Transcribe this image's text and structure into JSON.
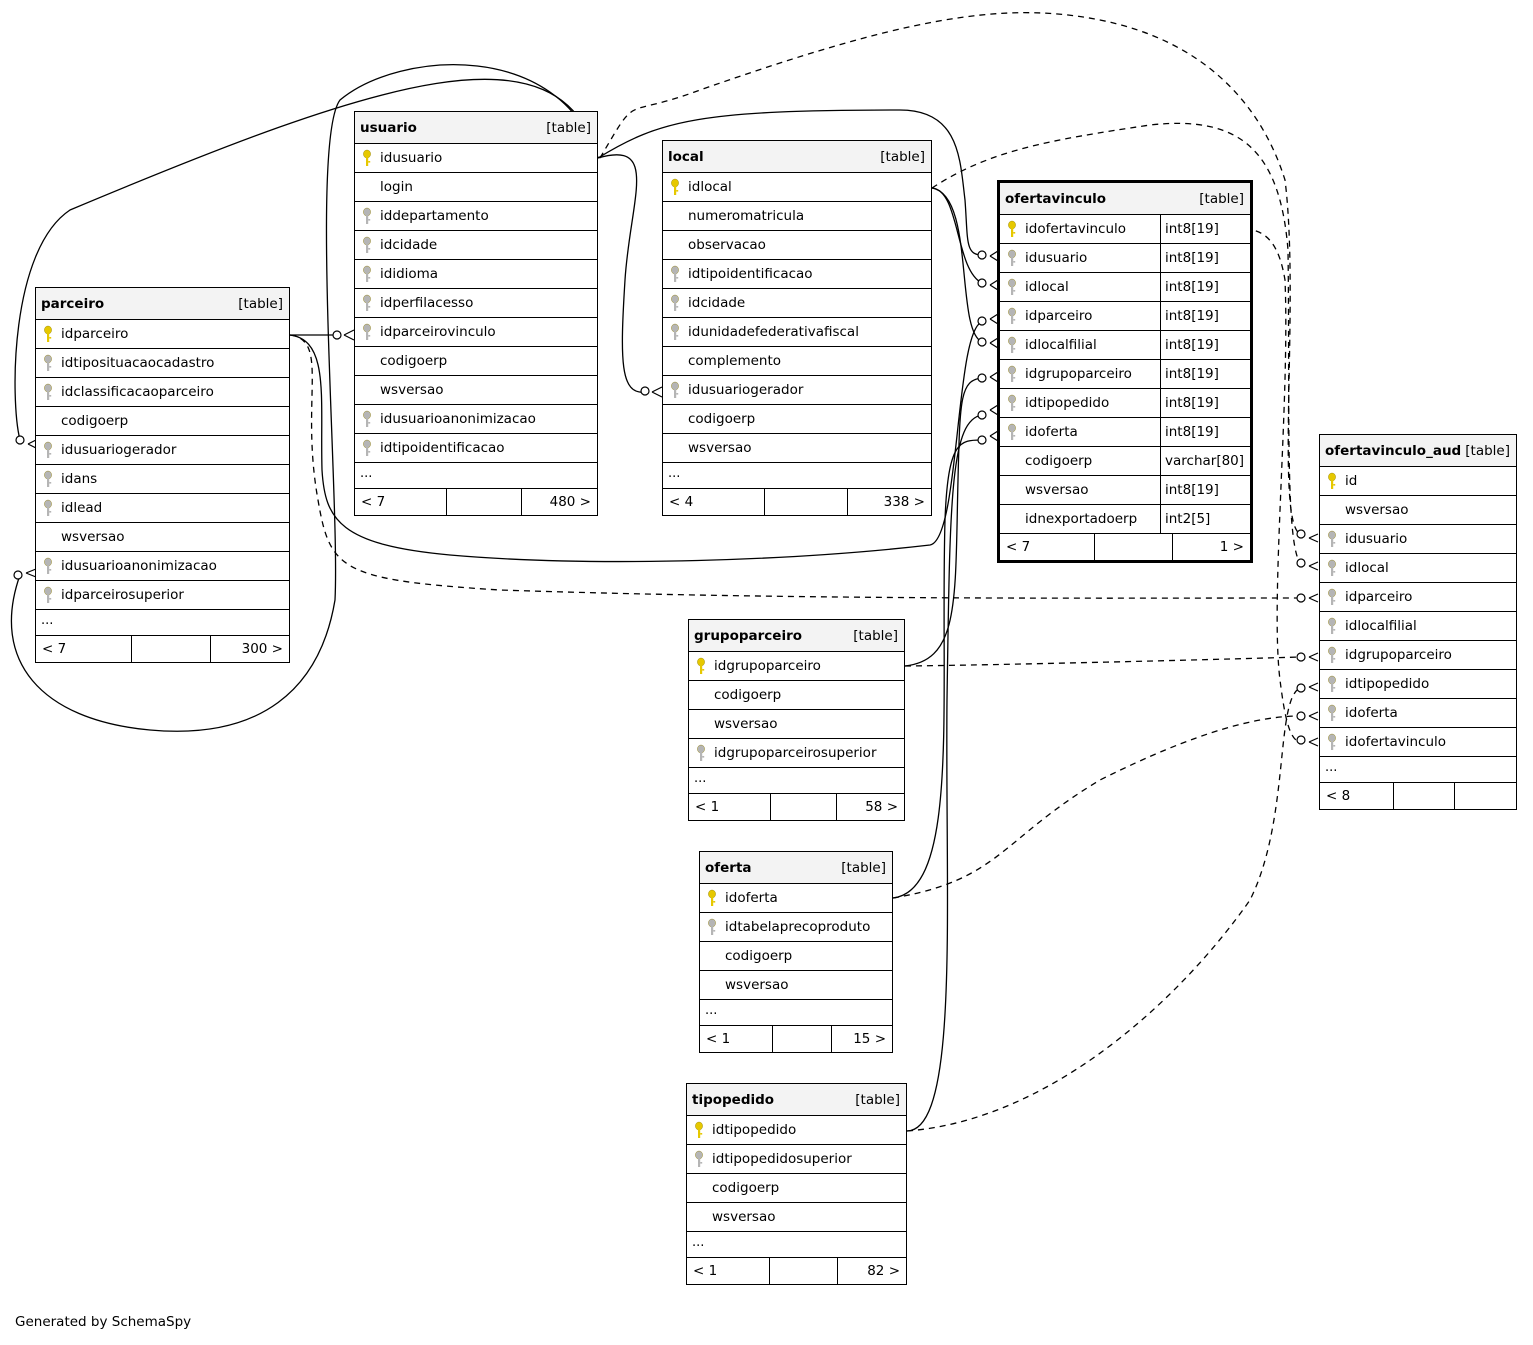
{
  "tables": [
    {
      "id": "parceiro",
      "name": "parceiro",
      "tag": "[table]",
      "columns": [
        {
          "name": "idparceiro",
          "key": "pk"
        },
        {
          "name": "idtiposituacaocadastro",
          "key": "fk"
        },
        {
          "name": "idclassificacaoparceiro",
          "key": "fk"
        },
        {
          "name": "codigoerp",
          "key": ""
        },
        {
          "name": "idusuariogerador",
          "key": "fk"
        },
        {
          "name": "idans",
          "key": "fk"
        },
        {
          "name": "idlead",
          "key": "fk"
        },
        {
          "name": "wsversao",
          "key": ""
        },
        {
          "name": "idusuarioanonimizacao",
          "key": "fk"
        },
        {
          "name": "idparceirosuperior",
          "key": "fk"
        }
      ],
      "more": "...",
      "footer": [
        "< 7",
        "",
        "300 >"
      ]
    },
    {
      "id": "usuario",
      "name": "usuario",
      "tag": "[table]",
      "columns": [
        {
          "name": "idusuario",
          "key": "pk"
        },
        {
          "name": "login",
          "key": ""
        },
        {
          "name": "iddepartamento",
          "key": "fk"
        },
        {
          "name": "idcidade",
          "key": "fk"
        },
        {
          "name": "ididioma",
          "key": "fk"
        },
        {
          "name": "idperfilacesso",
          "key": "fk"
        },
        {
          "name": "idparceirovinculo",
          "key": "fk"
        },
        {
          "name": "codigoerp",
          "key": ""
        },
        {
          "name": "wsversao",
          "key": ""
        },
        {
          "name": "idusuarioanonimizacao",
          "key": "fk"
        },
        {
          "name": "idtipoidentificacao",
          "key": "fk"
        }
      ],
      "more": "...",
      "footer": [
        "< 7",
        "",
        "480 >"
      ]
    },
    {
      "id": "local",
      "name": "local",
      "tag": "[table]",
      "columns": [
        {
          "name": "idlocal",
          "key": "pk"
        },
        {
          "name": "numeromatricula",
          "key": ""
        },
        {
          "name": "observacao",
          "key": ""
        },
        {
          "name": "idtipoidentificacao",
          "key": "fk"
        },
        {
          "name": "idcidade",
          "key": "fk"
        },
        {
          "name": "idunidadefederativafiscal",
          "key": "fk"
        },
        {
          "name": "complemento",
          "key": ""
        },
        {
          "name": "idusuariogerador",
          "key": "fk"
        },
        {
          "name": "codigoerp",
          "key": ""
        },
        {
          "name": "wsversao",
          "key": ""
        }
      ],
      "more": "...",
      "footer": [
        "< 4",
        "",
        "338 >"
      ]
    },
    {
      "id": "ofertavinculo",
      "name": "ofertavinculo",
      "tag": "[table]",
      "columns": [
        {
          "name": "idofertavinculo",
          "key": "pk",
          "type": "int8[19]"
        },
        {
          "name": "idusuario",
          "key": "fk",
          "type": "int8[19]"
        },
        {
          "name": "idlocal",
          "key": "fk",
          "type": "int8[19]"
        },
        {
          "name": "idparceiro",
          "key": "fk",
          "type": "int8[19]"
        },
        {
          "name": "idlocalfilial",
          "key": "fk",
          "type": "int8[19]"
        },
        {
          "name": "idgrupoparceiro",
          "key": "fk",
          "type": "int8[19]"
        },
        {
          "name": "idtipopedido",
          "key": "fk",
          "type": "int8[19]"
        },
        {
          "name": "idoferta",
          "key": "fk",
          "type": "int8[19]"
        },
        {
          "name": "codigoerp",
          "key": "",
          "type": "varchar[80]"
        },
        {
          "name": "wsversao",
          "key": "",
          "type": "int8[19]"
        },
        {
          "name": "idnexportadoerp",
          "key": "",
          "type": "int2[5]"
        }
      ],
      "footer": [
        "< 7",
        "",
        "1 >"
      ]
    },
    {
      "id": "ofertavinculo_aud",
      "name": "ofertavinculo_aud",
      "tag": "[table]",
      "columns": [
        {
          "name": "id",
          "key": "pk"
        },
        {
          "name": "wsversao",
          "key": ""
        },
        {
          "name": "idusuario",
          "key": "fk"
        },
        {
          "name": "idlocal",
          "key": "fk"
        },
        {
          "name": "idparceiro",
          "key": "fk"
        },
        {
          "name": "idlocalfilial",
          "key": "fk"
        },
        {
          "name": "idgrupoparceiro",
          "key": "fk"
        },
        {
          "name": "idtipopedido",
          "key": "fk"
        },
        {
          "name": "idoferta",
          "key": "fk"
        },
        {
          "name": "idofertavinculo",
          "key": "fk"
        }
      ],
      "more": "...",
      "footer": [
        "< 8",
        "",
        ""
      ]
    },
    {
      "id": "grupoparceiro",
      "name": "grupoparceiro",
      "tag": "[table]",
      "columns": [
        {
          "name": "idgrupoparceiro",
          "key": "pk"
        },
        {
          "name": "codigoerp",
          "key": ""
        },
        {
          "name": "wsversao",
          "key": ""
        },
        {
          "name": "idgrupoparceirosuperior",
          "key": "fk"
        }
      ],
      "more": "...",
      "footer": [
        "< 1",
        "",
        "58 >"
      ]
    },
    {
      "id": "oferta",
      "name": "oferta",
      "tag": "[table]",
      "columns": [
        {
          "name": "idoferta",
          "key": "pk"
        },
        {
          "name": "idtabelaprecoproduto",
          "key": "fk"
        },
        {
          "name": "codigoerp",
          "key": ""
        },
        {
          "name": "wsversao",
          "key": ""
        }
      ],
      "more": "...",
      "footer": [
        "< 1",
        "",
        "15 >"
      ]
    },
    {
      "id": "tipopedido",
      "name": "tipopedido",
      "tag": "[table]",
      "columns": [
        {
          "name": "idtipopedido",
          "key": "pk"
        },
        {
          "name": "idtipopedidosuperior",
          "key": "fk"
        },
        {
          "name": "codigoerp",
          "key": ""
        },
        {
          "name": "wsversao",
          "key": ""
        }
      ],
      "more": "...",
      "footer": [
        "< 1",
        "",
        "82 >"
      ]
    }
  ],
  "footer_note": "Generated by SchemaSpy",
  "colors": {
    "pk": "#e6c800",
    "fk": "#b5b5b5",
    "header_bg": "#f3f3f3"
  }
}
